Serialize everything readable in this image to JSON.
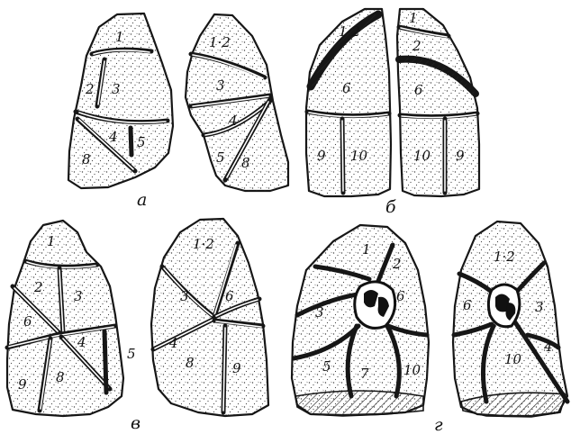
{
  "panels": [
    {
      "id": "a",
      "caption": "а",
      "views": [
        {
          "segments": [
            "1",
            "2",
            "3",
            "4",
            "5",
            "8"
          ]
        },
        {
          "segments": [
            "1·2",
            "3",
            "4",
            "5",
            "8"
          ]
        }
      ]
    },
    {
      "id": "b",
      "caption": "б",
      "views": [
        {
          "segments": [
            "1·2",
            "6",
            "9",
            "10"
          ]
        },
        {
          "segments": [
            "1",
            "2",
            "6",
            "10",
            "9"
          ]
        }
      ]
    },
    {
      "id": "v",
      "caption": "в",
      "views": [
        {
          "segments": [
            "1",
            "2",
            "3",
            "6",
            "4",
            "5",
            "9",
            "8"
          ]
        },
        {
          "segments": [
            "1·2",
            "3",
            "6",
            "4",
            "8",
            "9"
          ]
        }
      ]
    },
    {
      "id": "g",
      "caption": "г",
      "views": [
        {
          "segments": [
            "1",
            "2",
            "3",
            "6",
            "5",
            "7",
            "10"
          ]
        },
        {
          "segments": [
            "1·2",
            "6",
            "3",
            "4",
            "10"
          ]
        }
      ]
    }
  ]
}
